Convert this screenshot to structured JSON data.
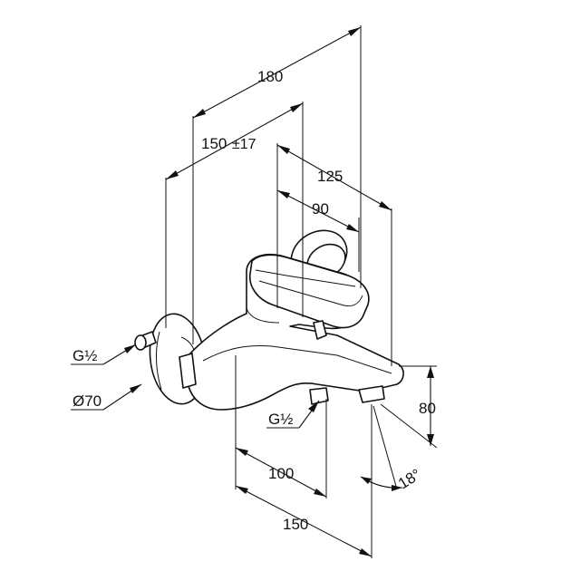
{
  "dimensions": {
    "overall_depth": "180",
    "wall_distance": "150",
    "wall_tolerance": "±17",
    "spout_reach": "125",
    "lever_reach": "90",
    "height": "80",
    "outlet_offset": "100",
    "outlet_reach": "150",
    "spout_angle": "18°"
  },
  "callouts": {
    "inlet_thread": "G½",
    "escutcheon_diameter": "Ø70",
    "outlet_thread": "G½"
  }
}
